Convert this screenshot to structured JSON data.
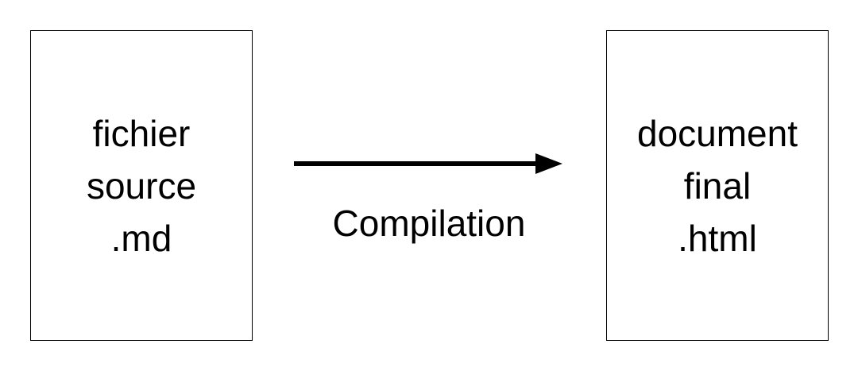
{
  "source_box": {
    "lines": [
      "fichier",
      "source",
      ".md"
    ]
  },
  "final_box": {
    "lines": [
      "document",
      "final",
      ".html"
    ]
  },
  "arrow": {
    "label": "Compilation",
    "color": "#000000"
  }
}
